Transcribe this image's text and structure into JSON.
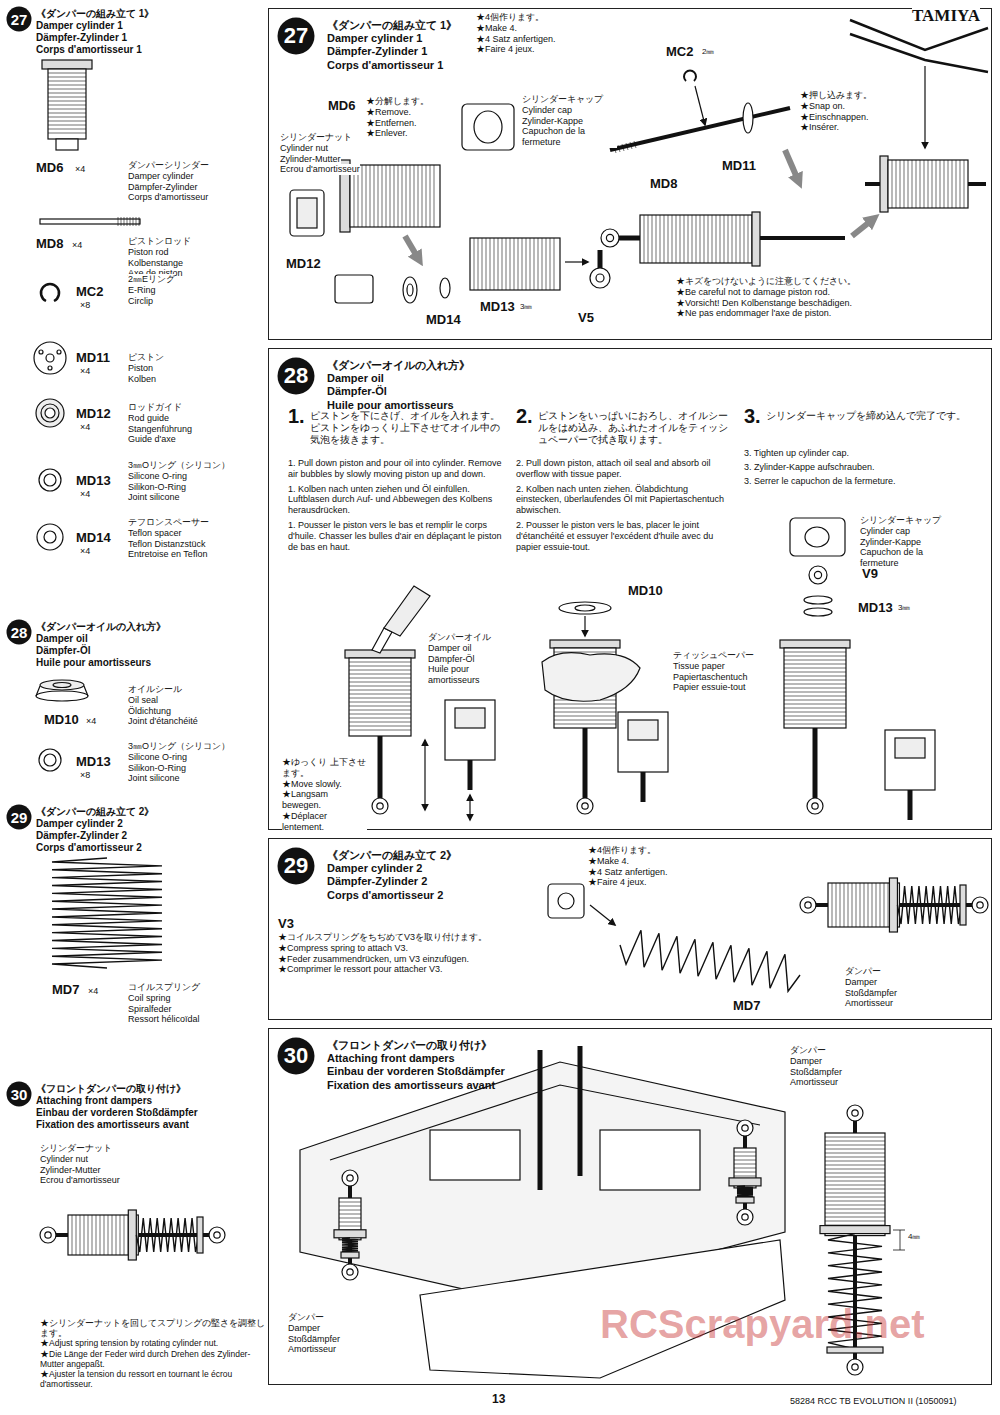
{
  "diagram": {
    "nodes": [
      {
        "text": [
          "27"
        ]
      },
      {
        "text": [
          "《ダンパーの組み立て 1》",
          "Damper cylinder 1",
          "Dämpfer-Zylinder 1",
          "Corps d'amortisseur 1"
        ]
      },
      {
        "text": [
          "27"
        ],
        "in": 1
      },
      {
        "text": [
          "28"
        ]
      },
      {
        "text": [
          "《ダンパーオイルの入れ方》",
          "Damper oil",
          "Dämpfer-Öl",
          "Huile pour amortisseurs"
        ]
      },
      {
        "text": [
          "28"
        ],
        "in": 4
      },
      {
        "text": [
          "29"
        ]
      },
      {
        "text": [
          "《ダンパーの組み立て 2》",
          "Damper cylinder 2",
          "Dämpfer-Zylinder 2",
          "Corps d'amortisseur 2"
        ]
      },
      {
        "text": [
          "29"
        ],
        "in": 7
      },
      {
        "text": [
          "30"
        ]
      },
      {
        "text": [
          "《フロントダンパーの取り付け》",
          "Attaching front dampers",
          "Einbau der vorderen Stoßdämpfer",
          "Fixation des amortisseurs avant"
        ]
      },
      {
        "text": [
          "30"
        ],
        "in": 10
      }
    ],
    "labels": [
      "TAMIYA",
      "《ダンパーの組み立て 1》",
      "Damper cylinder 1",
      "Dämpfer-Zylinder 1",
      "Corps d'amortisseur 1",
      "MD6",
      "×4",
      "ダンパーシリンダー",
      "Damper cylinder",
      "Dämpfer-Zylinder",
      "Corps d'amortisseur",
      "MD8",
      "×4",
      "ピストンロッド",
      "Piston rod",
      "Kolbenstange",
      "Axe de piston",
      "MC2",
      "×8",
      "2㎜Eリング",
      "E-Ring",
      "Circlip",
      "MD11",
      "×4",
      "ピストン",
      "Piston",
      "Kolben",
      "MD12",
      "×4",
      "ロッドガイド",
      "Rod guide",
      "Stangenführung",
      "Guide d'axe",
      "MD13",
      "×4",
      "3㎜Oリング（シリコン）",
      "Silicone O-ring",
      "Silikon-O-Ring",
      "Joint silicone",
      "MD14",
      "×4",
      "テフロンスペーサー",
      "Teflon spacer",
      "Teflon Distanzstück",
      "Entretoise en Teflon",
      "《ダンパーオイルの入れ方》",
      "Damper oil",
      "Dämpfer-Öl",
      "Huile pour amortisseurs",
      "MD10",
      "×4",
      "オイルシール",
      "Oil seal",
      "Öldichtung",
      "Joint d'étanchéité",
      "MD13",
      "×8",
      "3㎜Oリング（シリコン）",
      "Silicone O-ring",
      "Silikon-O-Ring",
      "Joint silicone",
      "《ダンパーの組み立て 2》",
      "Damper cylinder 2",
      "Dämpfer-Zylinder 2",
      "Corps d'amortisseur 2",
      "MD7",
      "×4",
      "コイルスプリング",
      "Coil spring",
      "Spiralfeder",
      "Ressort hélicoïdal",
      "《フロントダンパーの取り付け》",
      "Attaching front dampers",
      "Einbau der vorderen Stoßdämpfer",
      "Fixation des amortisseurs avant",
      "シリンダーナット",
      "Cylinder nut",
      "Zylinder-Mutter",
      "Ecrou d'amortisseur",
      "★シリンダーナットを回してスプリングの堅さを調整します。",
      "★Adjust spring tension by rotating cylinder nut.",
      "★Die Länge der Feder wird durch Drehen des Zylinder-Mutter angepaßt.",
      "★Ajuster la tension du ressort en tournant le écrou d'amortisseur.",
      "★4個作ります。",
      "★Make 4.",
      "★4 Satz anfertigen.",
      "★Faire 4 jeux.",
      "MD6",
      "★分解します。",
      "★Remove.",
      "★Entfernen.",
      "★Enlever.",
      "シリンダーキャップ",
      "Cylinder cap",
      "Zylinder-Kappe",
      "Capuchon de la fermeture",
      "シリンダーナット",
      "Cylinder nut",
      "Zylinder-Mutter",
      "Ecrou d'amortisseur",
      "MC2",
      "2㎜",
      "★押し込みます。",
      "★Snap on.",
      "★Einschnappen.",
      "★Insérer.",
      "MD11",
      "MD8",
      "MD12",
      "MD14",
      "MD13",
      "3㎜",
      "V5",
      "★キズをつけないように注意してください。",
      "★Be careful not to damage piston rod.",
      "★Vorsicht! Den Kolbenstange beschädigen.",
      "★Ne pas endommager l'axe de piston.",
      "1.",
      "ピストンを下にさげ、オイルを入れます。ピストンをゆっくり上下させてオイル中の気泡を抜きます。",
      "1. Pull down piston and pour oil into cylinder. Remove air bubbles by slowly moving piston up and down.",
      "1. Kolben nach unten ziehen und Öl einfüllen. Luftblasen durch Auf- und Abbewegen des Kolbens herausdrücken.",
      "1. Pousser le piston vers le bas et remplir le corps d'huile. Chasser les bulles d'air en déplaçant le piston de bas en haut.",
      "2.",
      "ピストンをいっぱいにおろし、オイルシールをはめ込み、あふれたオイルをティッシュペーパーで拭き取ります。",
      "2. Pull down piston, attach oil seal and absorb oil overflow with tissue paper.",
      "2. Kolben nach unten ziehen. Ölabdichtung einstecken, überlaufendes Öl mit Papiertaschentuch abwischen.",
      "2. Pousser le piston vers le bas, placer le joint d'étanchéité et essuyer l'excédent d'huile avec du papier essuie-tout.",
      "3.",
      "シリンダーキャップを締め込んで完了です。",
      "3. Tighten up cylinder cap.",
      "3. Zylinder-Kappe aufschrauben.",
      "3. Serrer le capuchon de la fermeture.",
      "ダンパーオイル",
      "Damper oil",
      "Dämpfer-Öl",
      "Huile pour amortisseurs",
      "★ゆっくり 上下させます。",
      "★Move slowly.",
      "★Langsam bewegen.",
      "★Déplacer lentement.",
      "MD10",
      "ティッシュペーパー",
      "Tissue paper",
      "Papiertaschentuch",
      "Papier essuie-tout",
      "シリンダーキャップ",
      "Cylinder cap",
      "Zylinder-Kappe",
      "Capuchon de la fermeture",
      "V9",
      "MD13",
      "3㎜",
      "★4個作ります。",
      "★Make 4.",
      "★4 Satz anfertigen.",
      "★Faire 4 jeux.",
      "V3",
      "★コイルスプリングをちぢめてV3を取り付けます。",
      "★Compress spring to attach V3.",
      "★Feder zusammendrücken, um V3 einzufügen.",
      "★Comprimer le ressort pour attacher V3.",
      "MD7",
      "ダンパー",
      "Damper",
      "Stoßdämpfer",
      "Amortisseur",
      "ダンパー",
      "Damper",
      "Stoßdämpfer",
      "Amortisseur",
      "4㎜",
      "ダンパー",
      "Damper",
      "Stoßdämpfer",
      "Amortisseur",
      "13",
      "58284 RCC TB EVOLUTION II (1050091)",
      "RCScrapyard.net"
    ]
  }
}
